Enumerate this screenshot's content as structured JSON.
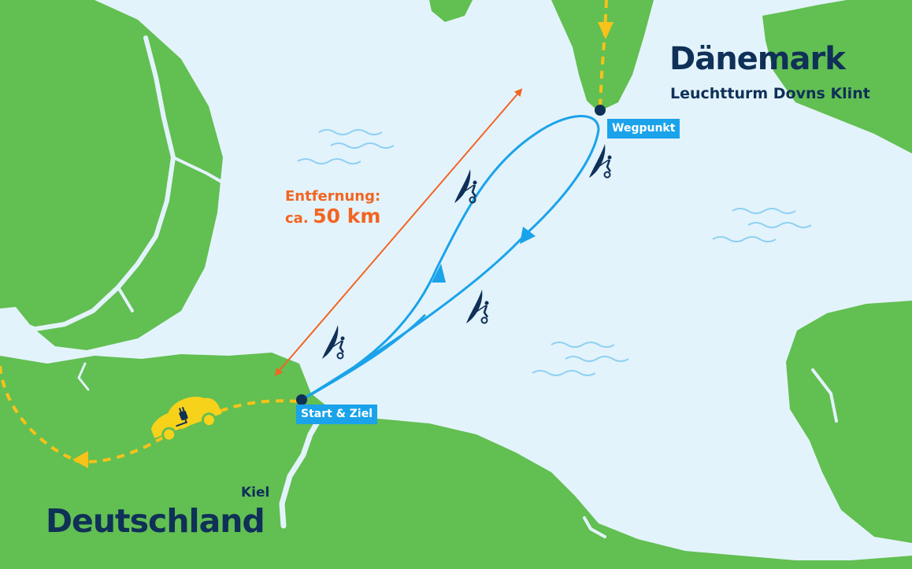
{
  "labels": {
    "denmark": "Dänemark",
    "denmark_sub": "Leuchtturm Dovns Klint",
    "germany": "Deutschland",
    "kiel": "Kiel",
    "waypoint": "Wegpunkt",
    "start_finish": "Start & Ziel",
    "distance_label": "Entfernung:",
    "distance_prefix": "ca.",
    "distance_value": "50 km"
  },
  "colors": {
    "sea": "#e3f3fb",
    "land": "#62bf52",
    "route": "#1aa3ea",
    "car_route": "#f7c21a",
    "distance_arrow": "#f26522",
    "text": "#0f3057"
  },
  "icons": [
    "kitefoil-rider-icon",
    "electric-car-icon",
    "route-arrow-icon",
    "location-dot-icon",
    "wave-icon"
  ]
}
